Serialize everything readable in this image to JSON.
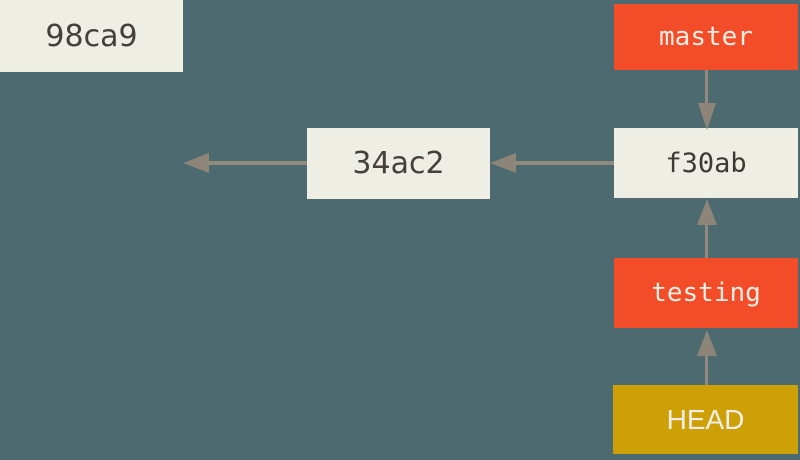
{
  "diagram": {
    "type": "git-commit-graph",
    "commits": [
      {
        "id": "98ca9"
      },
      {
        "id": "34ac2"
      },
      {
        "id": "f30ab"
      }
    ],
    "refs": {
      "master": {
        "label": "master",
        "points_to": "f30ab"
      },
      "testing": {
        "label": "testing",
        "points_to": "f30ab"
      },
      "head": {
        "label": "HEAD",
        "points_to": "testing"
      }
    },
    "edges": [
      {
        "from": "34ac2",
        "to": "98ca9",
        "meaning": "parent"
      },
      {
        "from": "f30ab",
        "to": "34ac2",
        "meaning": "parent"
      },
      {
        "from": "master",
        "to": "f30ab",
        "meaning": "branch-pointer"
      },
      {
        "from": "testing",
        "to": "f30ab",
        "meaning": "branch-pointer"
      },
      {
        "from": "HEAD",
        "to": "testing",
        "meaning": "head-pointer"
      }
    ],
    "colors": {
      "background": "#4c6a70",
      "commit_box": "#eeeee5",
      "branch_box": "#f24c28",
      "head_box": "#cda106",
      "arrow": "#8d8678",
      "commit_text": "#46403a",
      "label_text": "#f2ede3"
    }
  }
}
